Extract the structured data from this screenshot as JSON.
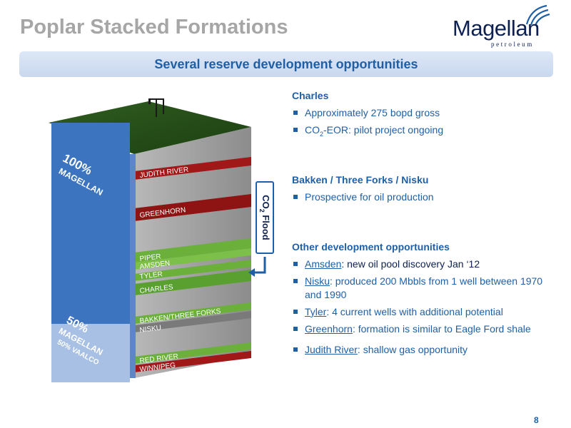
{
  "slide": {
    "title": "Poplar Stacked Formations",
    "banner": "Several reserve development opportunities",
    "page_number": "8"
  },
  "logo": {
    "name": "Magellan",
    "subtitle": "petroleum"
  },
  "diagram": {
    "left_top_label_1": "100%",
    "left_top_label_2": "MAGELLAN",
    "left_bottom_label_1": "50%",
    "left_bottom_label_2": "MAGELLAN",
    "left_bottom_label_3": "50% VAALCO",
    "layers": [
      "JUDITH RIVER",
      "GREENHORN",
      "PIPER",
      "AMSDEN",
      "TYLER",
      "CHARLES",
      "BAKKEN/THREE FORKS",
      "NISKU",
      "RED RIVER",
      "WINNIPEG"
    ],
    "flood_prefix": "CO",
    "flood_sub": "2",
    "flood_suffix": " Flood"
  },
  "sections": {
    "charles": {
      "heading": "Charles",
      "b1": "Approximately 275 bopd gross",
      "b2_pre": "CO",
      "b2_sub": "2",
      "b2_post": "-EOR: pilot project ongoing"
    },
    "bakken": {
      "heading": "Bakken / Three Forks / Nisku",
      "b1": "Prospective for oil production"
    },
    "other": {
      "heading": "Other development opportunities",
      "items": [
        {
          "name": "Amsden",
          "text": ": new oil pool discovery Jan ‘12"
        },
        {
          "name": "Nisku",
          "text": ": produced 200 Mbbls from 1 well between 1970 and 1990"
        },
        {
          "name": "Tyler",
          "text": ": 4 current wells with additional potential"
        },
        {
          "name": "Greenhorn",
          "text": ": formation is similar to Eagle Ford shale"
        },
        {
          "name": "Judith River",
          "text": ": shallow gas opportunity"
        }
      ]
    }
  },
  "colors": {
    "title_gray": "#a6a6a6",
    "accent_blue": "#1f5fa6",
    "navy": "#0d2050",
    "layer_red": "#a01818",
    "layer_green": "#6ab03a",
    "ownership_blue": "#3d74c0"
  }
}
